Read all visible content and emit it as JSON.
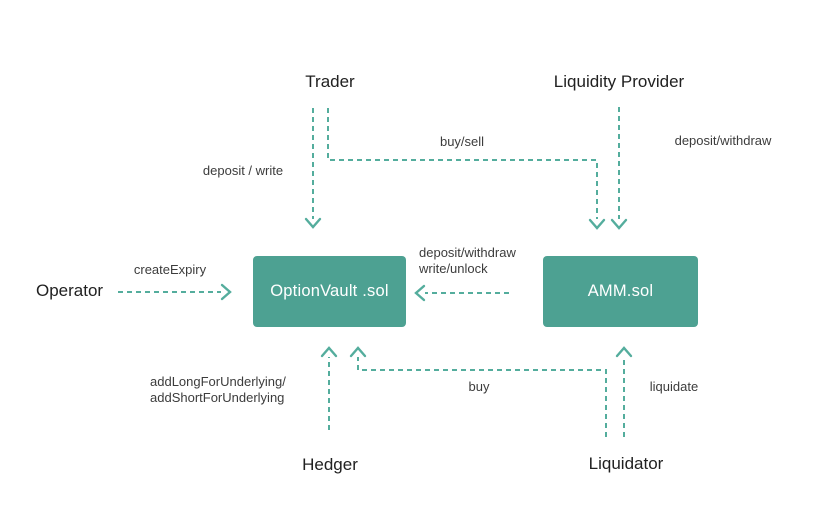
{
  "nodes": {
    "trader": {
      "label": "Trader"
    },
    "liquidity_provider": {
      "label": "Liquidity Provider"
    },
    "operator": {
      "label": "Operator"
    },
    "hedger": {
      "label": "Hedger"
    },
    "liquidator": {
      "label": "Liquidator"
    },
    "option_vault": {
      "label": "OptionVault .sol"
    },
    "amm": {
      "label": "AMM.sol"
    }
  },
  "edges": {
    "trader_to_vault": {
      "label": "deposit / write"
    },
    "trader_to_amm": {
      "label": "buy/sell"
    },
    "lp_to_amm": {
      "label": "deposit/withdraw"
    },
    "operator_to_vault": {
      "label": "createExpiry"
    },
    "amm_to_vault": {
      "label_line1": "deposit/withdraw",
      "label_line2": "write/unlock"
    },
    "hedger_to_vault": {
      "label_line1": "addLongForUnderlying/",
      "label_line2": "addShortForUnderlying"
    },
    "liquidator_to_vault": {
      "label": "buy"
    },
    "liquidator_to_amm": {
      "label": "liquidate"
    }
  },
  "colors": {
    "node_fill": "#4da192",
    "node_text": "#ffffff",
    "connector": "#54ad9d",
    "entity_text": "#212121",
    "edge_label_text": "#3c3c3c",
    "background": "#ffffff"
  }
}
